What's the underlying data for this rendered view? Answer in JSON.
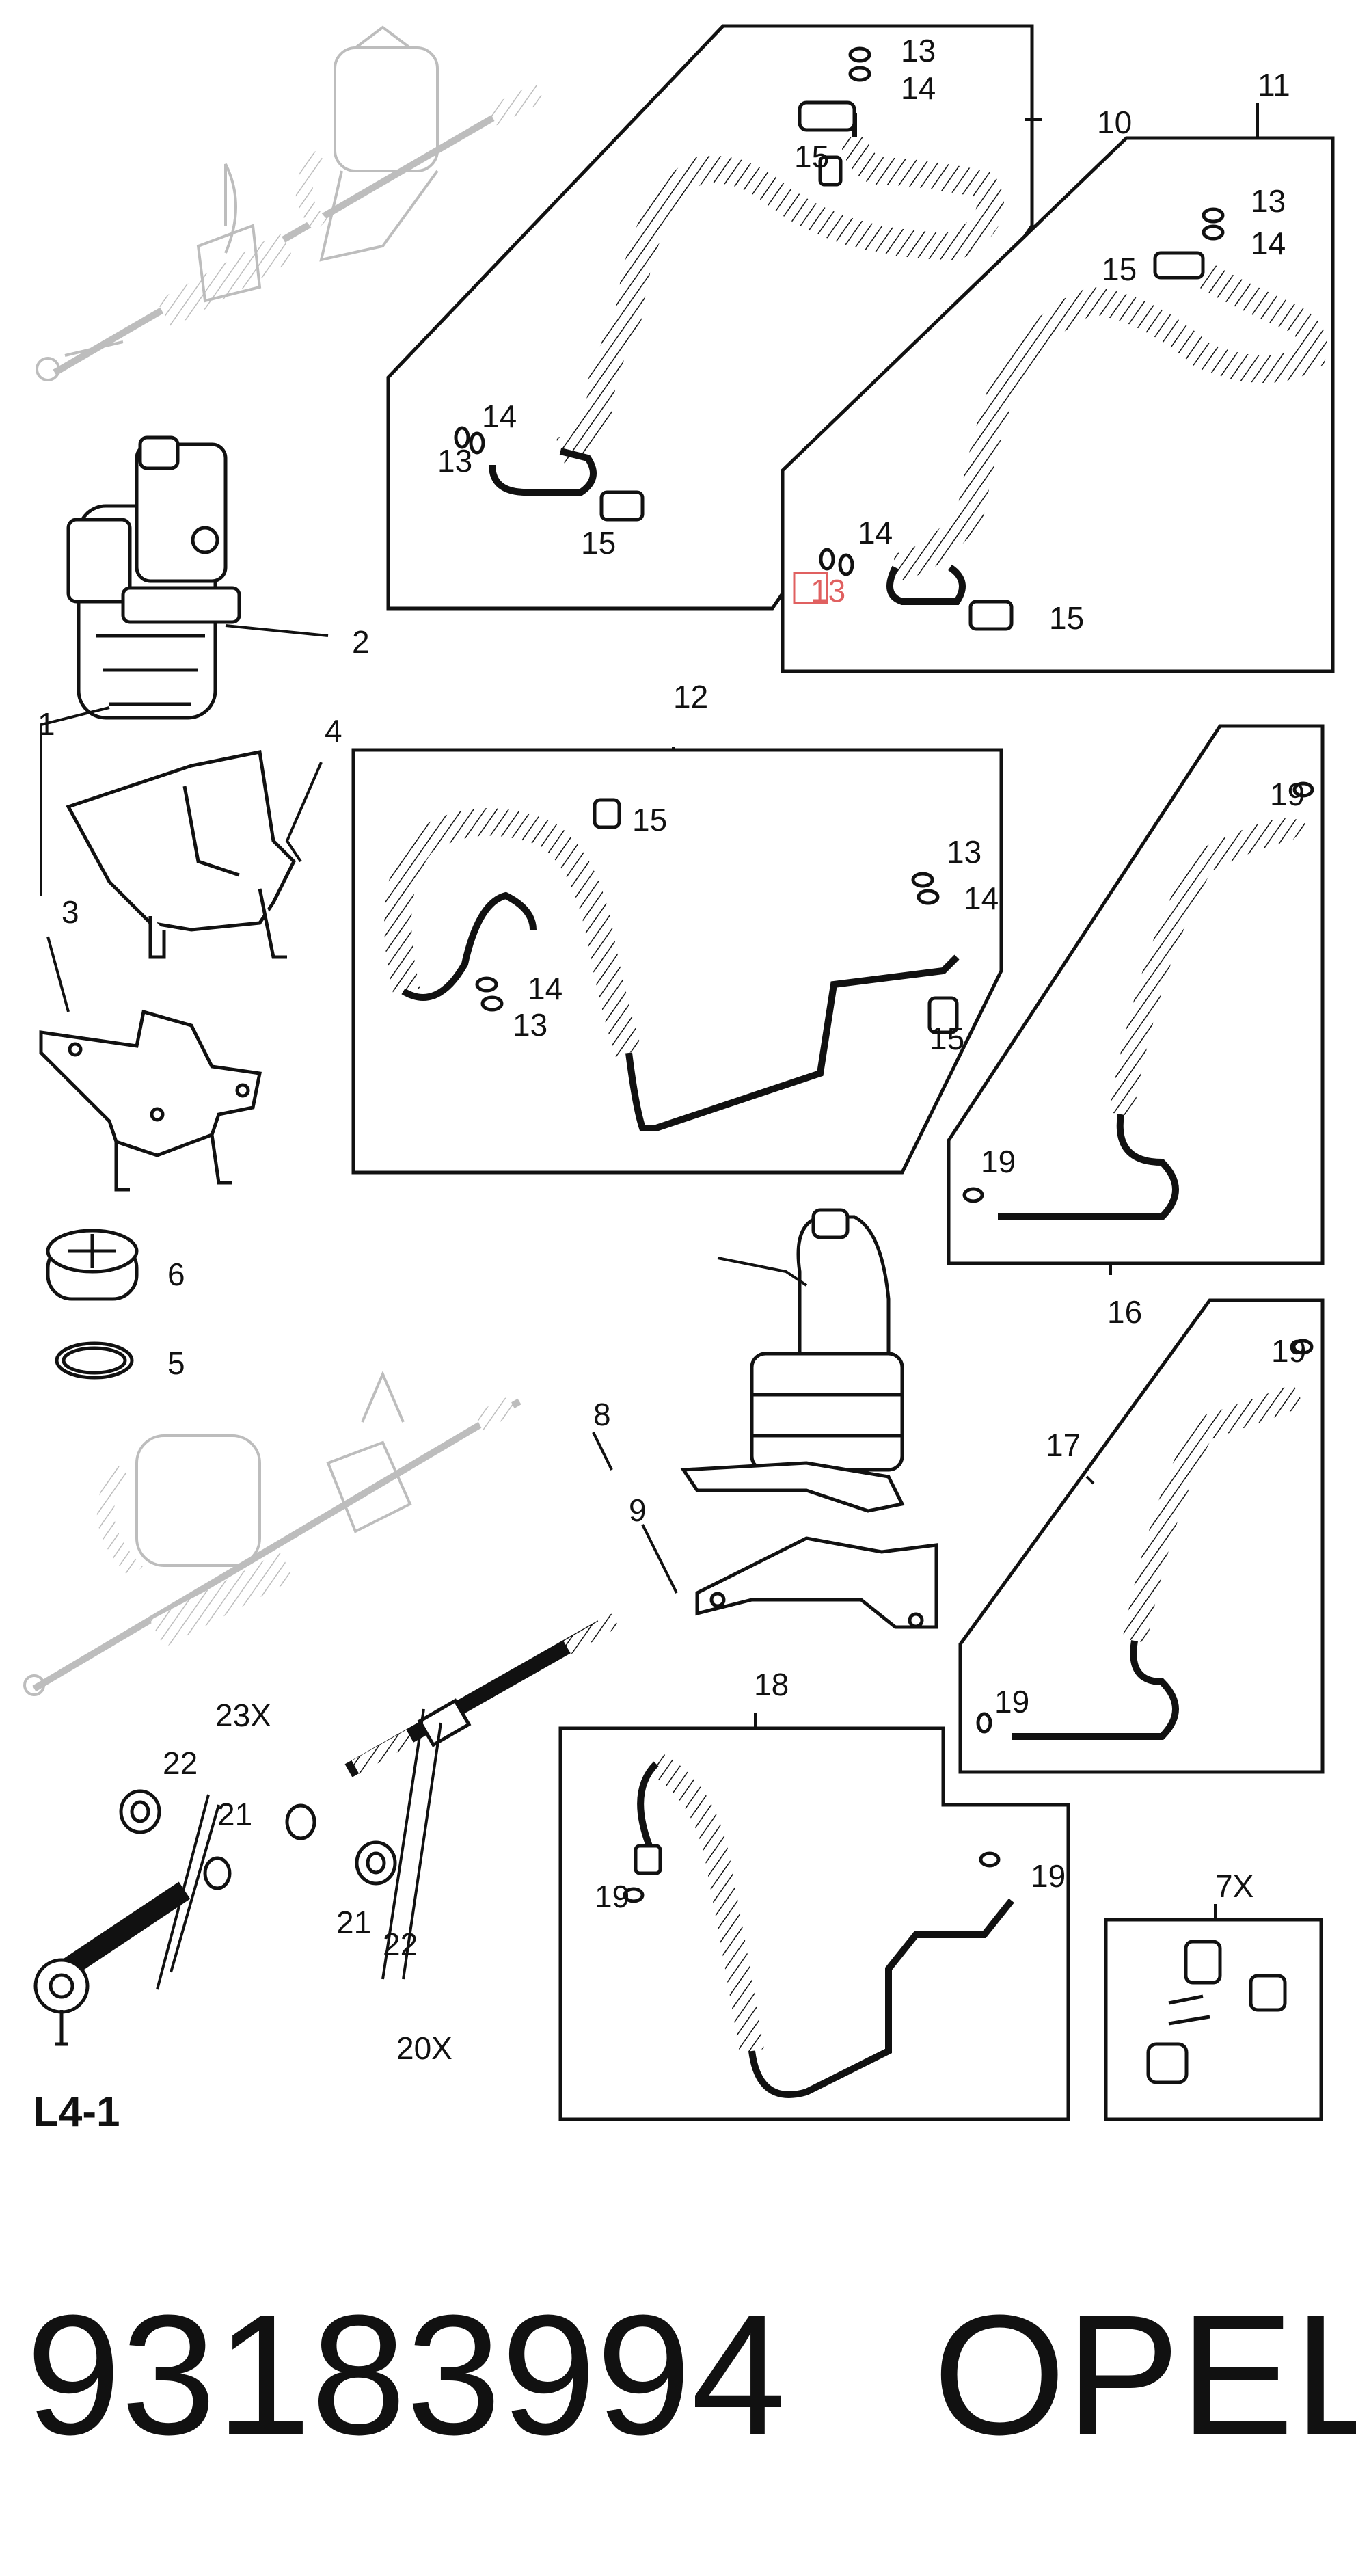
{
  "sheet_code": "L4-1",
  "part_number": "93183994",
  "brand": "OPEL",
  "callouts": [
    "1",
    "2",
    "3",
    "4",
    "5",
    "6",
    "7X",
    "8",
    "9",
    "10",
    "11",
    "12",
    "13",
    "14",
    "15",
    "16",
    "17",
    "18",
    "19",
    "20X",
    "21",
    "22",
    "23X"
  ],
  "highlighted_callout": "13",
  "colors": {
    "line": "#111111",
    "ghost": "#bdbdbd",
    "highlight": "#e06060",
    "background": "#ffffff"
  }
}
